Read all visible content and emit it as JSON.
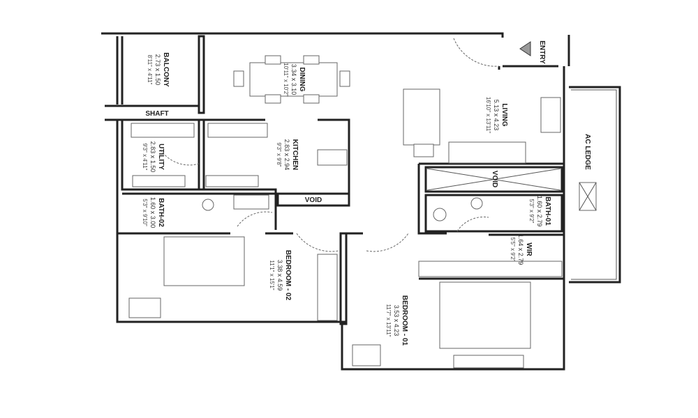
{
  "rooms": {
    "balcony": {
      "name": "BALCONY",
      "metric": "2.73 x 1.50",
      "imperial": "8'11\" x 4'11\""
    },
    "dining": {
      "name": "DINING",
      "metric": "3.34 x 3.10",
      "imperial": "10'11\" x 10'2\""
    },
    "shaft": {
      "name": "SHAFT"
    },
    "kitchen": {
      "name": "KITCHEN",
      "metric": "2.83 x 2.94",
      "imperial": "9'3\" x 9'8\""
    },
    "utility": {
      "name": "UTILITY",
      "metric": "2.83 x 1.50",
      "imperial": "9'3\" x 4'11\""
    },
    "bath02": {
      "name": "BATH-02",
      "metric": "1.60 x 3.00",
      "imperial": "5'3\" x 9'10\""
    },
    "void_small": {
      "name": "VOID"
    },
    "bedroom02": {
      "name": "BEDROOM - 02",
      "metric": "3.38 x 4.59",
      "imperial": "11'1\" x 15'1\""
    },
    "living": {
      "name": "LIVING",
      "metric": "5.13 x 4.23",
      "imperial": "16'10\" x 13'11\""
    },
    "entry": {
      "name": "ENTRY"
    },
    "ac_ledge": {
      "name": "AC LEDGE"
    },
    "void_right": {
      "name": "VOID"
    },
    "bath01": {
      "name": "BATH-01",
      "metric": "1.60 x 2.79",
      "imperial": "5'3\" x 9'2\""
    },
    "wir": {
      "name": "WIR",
      "metric": "1.64 x 2.79",
      "imperial": "5'5\" x 9'2\""
    },
    "bedroom01": {
      "name": "BEDROOM - 01",
      "metric": "3.53 x 4.23",
      "imperial": "11'7\" x 13'11\""
    }
  }
}
